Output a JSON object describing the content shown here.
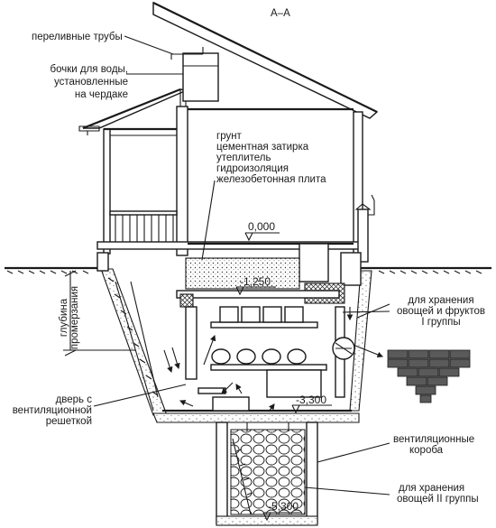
{
  "section_title": "А–А",
  "labels": {
    "overflow_pipes": "переливные трубы",
    "water_barrels_1": "бочки для воды,",
    "water_barrels_2": "установленные",
    "water_barrels_3": "на чердаке",
    "layers_1": "грунт",
    "layers_2": "цементная затирка",
    "layers_3": "утеплитель",
    "layers_4": "гидроизоляция",
    "layers_5": "железобетонная плита",
    "freeze_depth_1": "глубина",
    "freeze_depth_2": "промерзания",
    "storage_group1_1": "для хранения",
    "storage_group1_2": "овощей и фруктов",
    "storage_group1_3": "I группы",
    "door_1": "дверь с",
    "door_2": "вентиляционной",
    "door_3": "решеткой",
    "vent_ducts_1": "вентиляционные",
    "vent_ducts_2": "короба",
    "storage_group2_1": "для хранения",
    "storage_group2_2": "овощей II группы"
  },
  "elevations": {
    "zero": "0,000",
    "slab": "-1,250",
    "cellar_floor": "-3,300",
    "pit_floor": "-5,300"
  }
}
